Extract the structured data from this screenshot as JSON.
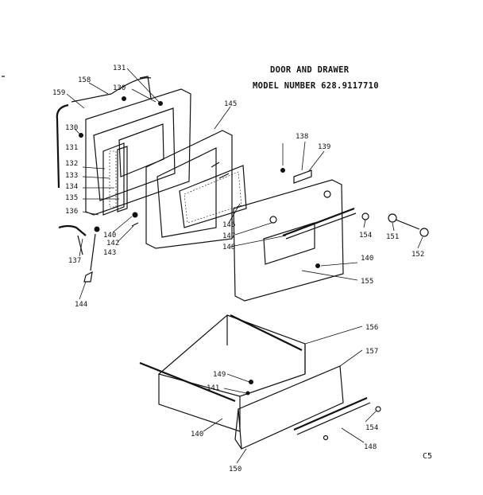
{
  "title": {
    "line1": "DOOR AND DRAWER",
    "line2": "MODEL NUMBER 628.9117710"
  },
  "corner_code": "C5",
  "part_labels": [
    {
      "id": "l158",
      "text": "158"
    },
    {
      "id": "l131a",
      "text": "131"
    },
    {
      "id": "l130a",
      "text": "130"
    },
    {
      "id": "l159",
      "text": "159"
    },
    {
      "id": "l145",
      "text": "145"
    },
    {
      "id": "l130b",
      "text": "130"
    },
    {
      "id": "l131b",
      "text": "131"
    },
    {
      "id": "l132",
      "text": "132"
    },
    {
      "id": "l133",
      "text": "133"
    },
    {
      "id": "l134",
      "text": "134"
    },
    {
      "id": "l135",
      "text": "135"
    },
    {
      "id": "l136",
      "text": "136"
    },
    {
      "id": "l137",
      "text": "137"
    },
    {
      "id": "l140a",
      "text": "140"
    },
    {
      "id": "l142",
      "text": "142"
    },
    {
      "id": "l143",
      "text": "143"
    },
    {
      "id": "l144",
      "text": "144"
    },
    {
      "id": "l146",
      "text": "146"
    },
    {
      "id": "l147",
      "text": "147"
    },
    {
      "id": "l148a",
      "text": "148"
    },
    {
      "id": "l138",
      "text": "138"
    },
    {
      "id": "l139",
      "text": "139"
    },
    {
      "id": "l154a",
      "text": "154"
    },
    {
      "id": "l151",
      "text": "151"
    },
    {
      "id": "l152",
      "text": "152"
    },
    {
      "id": "l140b",
      "text": "140"
    },
    {
      "id": "l155",
      "text": "155"
    },
    {
      "id": "l156",
      "text": "156"
    },
    {
      "id": "l157",
      "text": "157"
    },
    {
      "id": "l149",
      "text": "149"
    },
    {
      "id": "l141",
      "text": "141"
    },
    {
      "id": "l140c",
      "text": "140"
    },
    {
      "id": "l154b",
      "text": "154"
    },
    {
      "id": "l148b",
      "text": "148"
    },
    {
      "id": "l150",
      "text": "150"
    }
  ]
}
